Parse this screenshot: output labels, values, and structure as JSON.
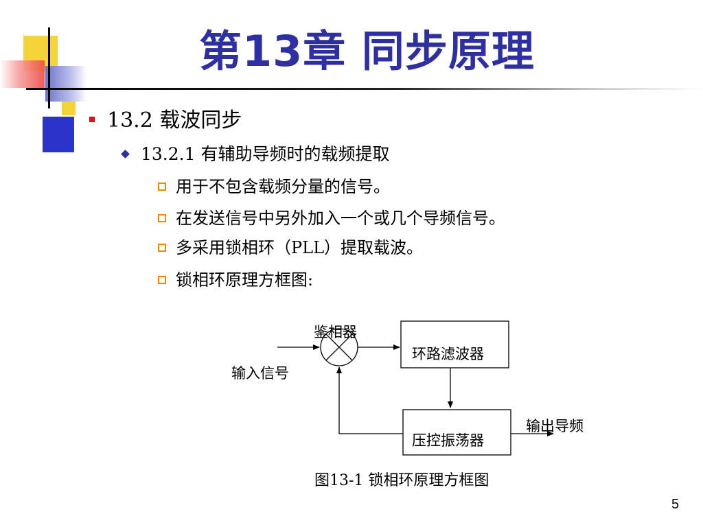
{
  "slide": {
    "title": "第13章 同步原理",
    "page_number": "5"
  },
  "content": {
    "level1": "13.2 载波同步",
    "level2": "13.2.1 有辅助导频时的载频提取",
    "level3": [
      "用于不包含载频分量的信号。",
      "在发送信号中另外加入一个或几个导频信号。",
      "多采用锁相环（PLL）提取载波。",
      "锁相环原理方框图:"
    ]
  },
  "diagram": {
    "phase_detector_label": "鉴相器",
    "input_label": "输入信号",
    "loop_filter_label": "环路滤波器",
    "vco_label": "压控振荡器",
    "output_label": "输出导频",
    "caption": "图13-1 锁相环原理方框图"
  },
  "colors": {
    "title": "#2e2fa3",
    "level1_marker": "#e01010",
    "level2_marker": "#2e2fa3",
    "level3_marker": "#f08a00",
    "deco_yellow": "#f5d43a",
    "deco_blue": "#2a34c8",
    "deco_red": "#f04a44"
  }
}
